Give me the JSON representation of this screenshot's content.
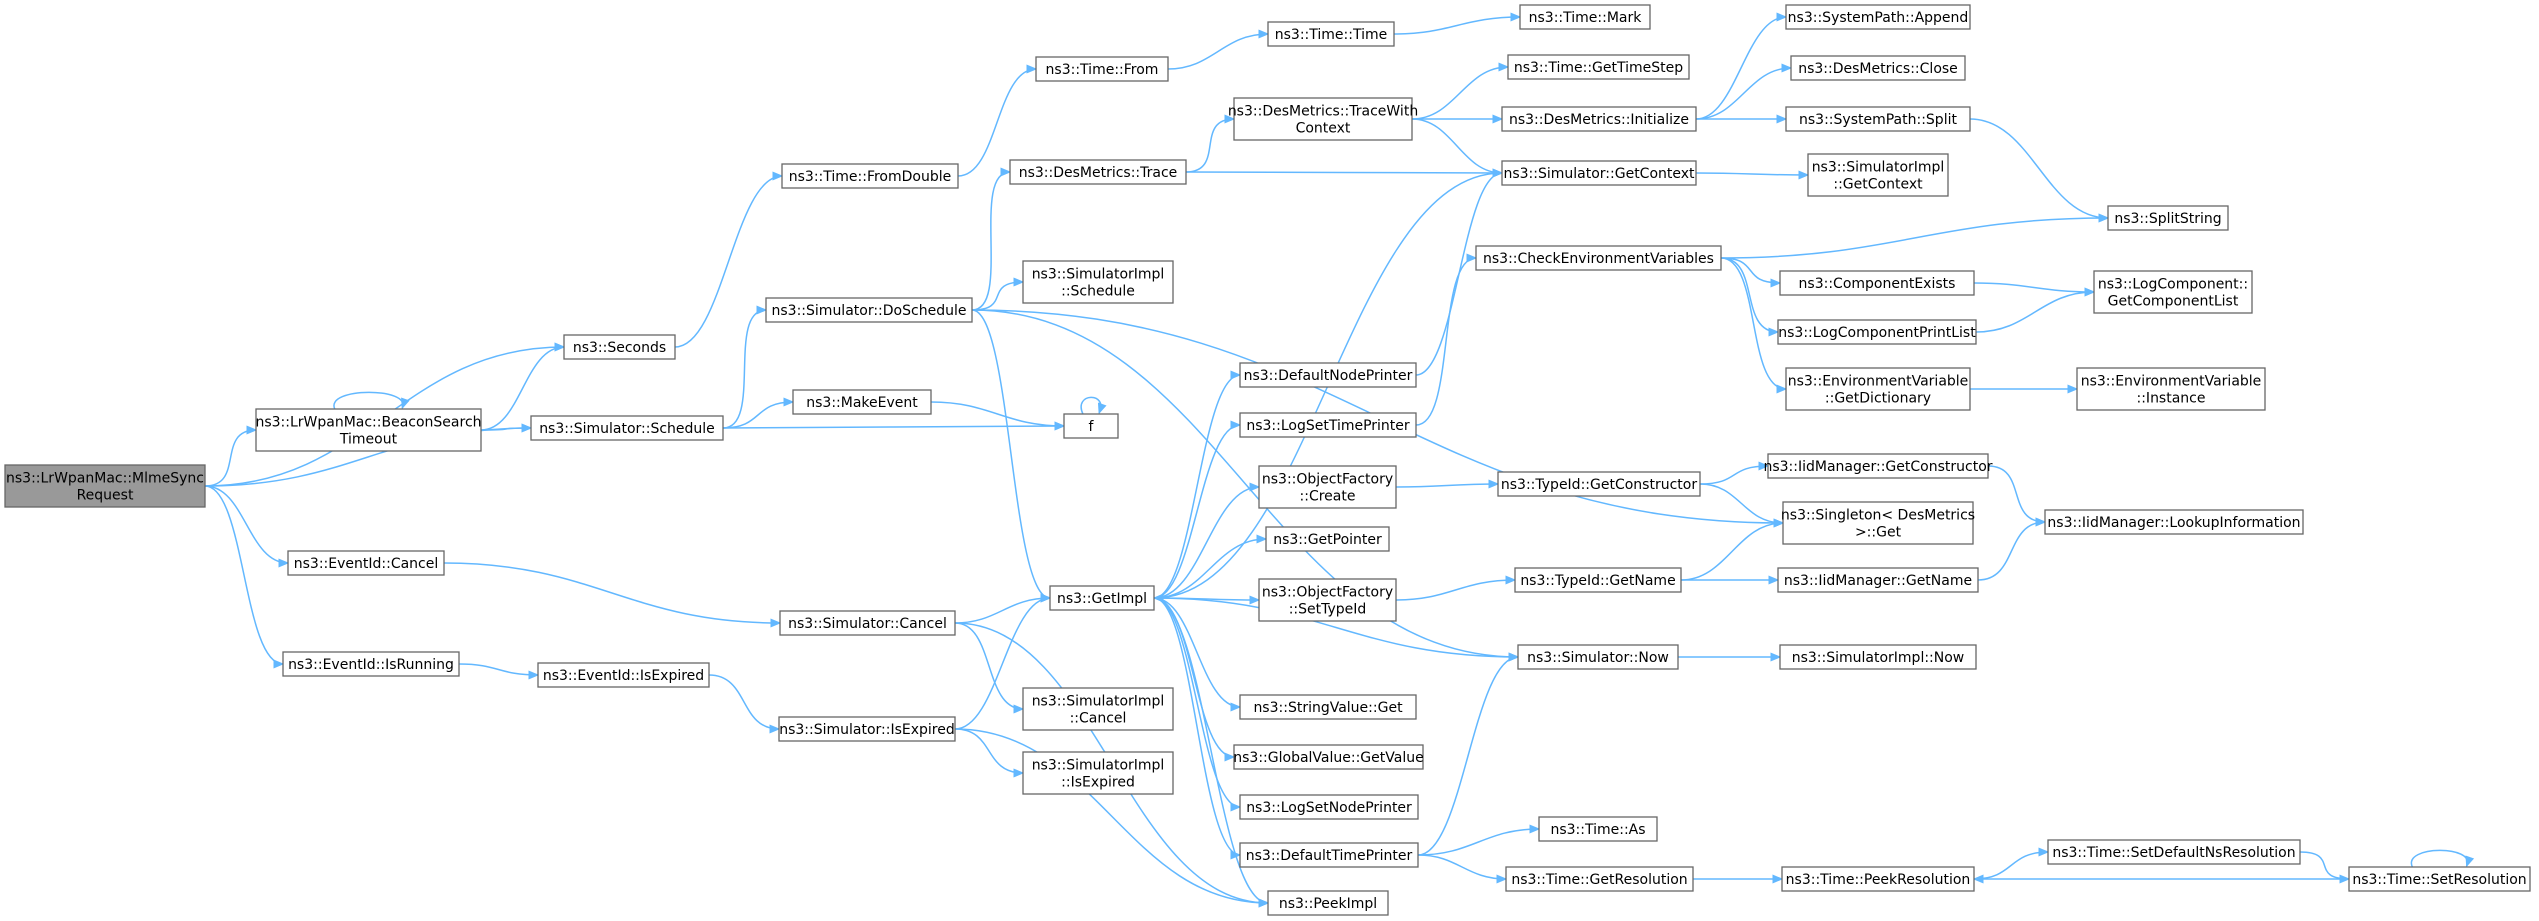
{
  "title": "",
  "nodes": [
    {
      "id": "root",
      "lines": [
        "ns3::LrWpanMac::MlmeSync",
        "Request"
      ],
      "root": true
    },
    {
      "id": "beacon",
      "lines": [
        "ns3::LrWpanMac::BeaconSearch",
        "Timeout"
      ]
    },
    {
      "id": "seconds",
      "lines": [
        "ns3::Seconds"
      ]
    },
    {
      "id": "schedule",
      "lines": [
        "ns3::Simulator::Schedule"
      ]
    },
    {
      "id": "eidcancel",
      "lines": [
        "ns3::EventId::Cancel"
      ]
    },
    {
      "id": "eidrunning",
      "lines": [
        "ns3::EventId::IsRunning"
      ]
    },
    {
      "id": "fromdouble",
      "lines": [
        "ns3::Time::FromDouble"
      ]
    },
    {
      "id": "doschedule",
      "lines": [
        "ns3::Simulator::DoSchedule"
      ]
    },
    {
      "id": "makeevent",
      "lines": [
        "ns3::MakeEvent"
      ]
    },
    {
      "id": "f",
      "lines": [
        "f"
      ]
    },
    {
      "id": "simcancel",
      "lines": [
        "ns3::Simulator::Cancel"
      ]
    },
    {
      "id": "eidexpired",
      "lines": [
        "ns3::EventId::IsExpired"
      ]
    },
    {
      "id": "simexpired",
      "lines": [
        "ns3::Simulator::IsExpired"
      ]
    },
    {
      "id": "timefrom",
      "lines": [
        "ns3::Time::From"
      ]
    },
    {
      "id": "timetime",
      "lines": [
        "ns3::Time::Time"
      ]
    },
    {
      "id": "timemark",
      "lines": [
        "ns3::Time::Mark"
      ]
    },
    {
      "id": "destrace",
      "lines": [
        "ns3::DesMetrics::Trace"
      ]
    },
    {
      "id": "implschedule",
      "lines": [
        "ns3::SimulatorImpl",
        "::Schedule"
      ]
    },
    {
      "id": "getimpl",
      "lines": [
        "ns3::GetImpl"
      ]
    },
    {
      "id": "implcancel",
      "lines": [
        "ns3::SimulatorImpl",
        "::Cancel"
      ]
    },
    {
      "id": "implexpired",
      "lines": [
        "ns3::SimulatorImpl",
        "::IsExpired"
      ]
    },
    {
      "id": "tracewith",
      "lines": [
        "ns3::DesMetrics::TraceWith",
        "Context"
      ]
    },
    {
      "id": "defnodeprinter",
      "lines": [
        "ns3::DefaultNodePrinter"
      ]
    },
    {
      "id": "logsettime",
      "lines": [
        "ns3::LogSetTimePrinter"
      ]
    },
    {
      "id": "ofcreate",
      "lines": [
        "ns3::ObjectFactory",
        "::Create"
      ]
    },
    {
      "id": "getpointer",
      "lines": [
        "ns3::GetPointer"
      ]
    },
    {
      "id": "ofsettypeid",
      "lines": [
        "ns3::ObjectFactory",
        "::SetTypeId"
      ]
    },
    {
      "id": "stringget",
      "lines": [
        "ns3::StringValue::Get"
      ]
    },
    {
      "id": "gvgetvalue",
      "lines": [
        "ns3::GlobalValue::GetValue"
      ]
    },
    {
      "id": "logsetnode",
      "lines": [
        "ns3::LogSetNodePrinter"
      ]
    },
    {
      "id": "deftimeprinter",
      "lines": [
        "ns3::DefaultTimePrinter"
      ]
    },
    {
      "id": "peekimpl",
      "lines": [
        "ns3::PeekImpl"
      ]
    },
    {
      "id": "gettimestep",
      "lines": [
        "ns3::Time::GetTimeStep"
      ]
    },
    {
      "id": "desinit",
      "lines": [
        "ns3::DesMetrics::Initialize"
      ]
    },
    {
      "id": "getcontext",
      "lines": [
        "ns3::Simulator::GetContext"
      ]
    },
    {
      "id": "checkenv",
      "lines": [
        "ns3::CheckEnvironmentVariables"
      ]
    },
    {
      "id": "tidgetctor",
      "lines": [
        "ns3::TypeId::GetConstructor"
      ]
    },
    {
      "id": "tidgetname",
      "lines": [
        "ns3::TypeId::GetName"
      ]
    },
    {
      "id": "simnow",
      "lines": [
        "ns3::Simulator::Now"
      ]
    },
    {
      "id": "timeas",
      "lines": [
        "ns3::Time::As"
      ]
    },
    {
      "id": "getres",
      "lines": [
        "ns3::Time::GetResolution"
      ]
    },
    {
      "id": "spappend",
      "lines": [
        "ns3::SystemPath::Append"
      ]
    },
    {
      "id": "desclose",
      "lines": [
        "ns3::DesMetrics::Close"
      ]
    },
    {
      "id": "spsplit",
      "lines": [
        "ns3::SystemPath::Split"
      ]
    },
    {
      "id": "implgetctx",
      "lines": [
        "ns3::SimulatorImpl",
        "::GetContext"
      ]
    },
    {
      "id": "compexists",
      "lines": [
        "ns3::ComponentExists"
      ]
    },
    {
      "id": "logcompprint",
      "lines": [
        "ns3::LogComponentPrintList"
      ]
    },
    {
      "id": "envdict",
      "lines": [
        "ns3::EnvironmentVariable",
        "::GetDictionary"
      ]
    },
    {
      "id": "iidgetctor",
      "lines": [
        "ns3::IidManager::GetConstructor"
      ]
    },
    {
      "id": "singleton",
      "lines": [
        "ns3::Singleton< DesMetrics",
        " >::Get"
      ]
    },
    {
      "id": "iidgetname",
      "lines": [
        "ns3::IidManager::GetName"
      ]
    },
    {
      "id": "implnow",
      "lines": [
        "ns3::SimulatorImpl::Now"
      ]
    },
    {
      "id": "peekres",
      "lines": [
        "ns3::Time::PeekResolution"
      ]
    },
    {
      "id": "splitstring",
      "lines": [
        "ns3::SplitString"
      ]
    },
    {
      "id": "logcomplist",
      "lines": [
        "ns3::LogComponent::",
        "GetComponentList"
      ]
    },
    {
      "id": "envinstance",
      "lines": [
        "ns3::EnvironmentVariable",
        "::Instance"
      ]
    },
    {
      "id": "iidlookup",
      "lines": [
        "ns3::IidManager::LookupInformation"
      ]
    },
    {
      "id": "setdefres",
      "lines": [
        "ns3::Time::SetDefaultNsResolution"
      ]
    },
    {
      "id": "setres",
      "lines": [
        "ns3::Time::SetResolution"
      ]
    }
  ],
  "edges": [
    [
      "root",
      "seconds"
    ],
    [
      "root",
      "beacon"
    ],
    [
      "root",
      "schedule"
    ],
    [
      "root",
      "eidcancel"
    ],
    [
      "root",
      "eidrunning"
    ],
    [
      "beacon",
      "beacon"
    ],
    [
      "beacon",
      "seconds"
    ],
    [
      "beacon",
      "schedule"
    ],
    [
      "seconds",
      "fromdouble"
    ],
    [
      "schedule",
      "doschedule"
    ],
    [
      "schedule",
      "makeevent"
    ],
    [
      "schedule",
      "f"
    ],
    [
      "eidcancel",
      "simcancel"
    ],
    [
      "eidrunning",
      "eidexpired"
    ],
    [
      "eidexpired",
      "simexpired"
    ],
    [
      "fromdouble",
      "timefrom"
    ],
    [
      "timefrom",
      "timetime"
    ],
    [
      "timetime",
      "timemark"
    ],
    [
      "doschedule",
      "destrace"
    ],
    [
      "doschedule",
      "implschedule"
    ],
    [
      "doschedule",
      "getimpl"
    ],
    [
      "doschedule",
      "singleton"
    ],
    [
      "doschedule",
      "simnow"
    ],
    [
      "makeevent",
      "f"
    ],
    [
      "f",
      "f"
    ],
    [
      "simcancel",
      "getimpl"
    ],
    [
      "simcancel",
      "implcancel"
    ],
    [
      "simcancel",
      "peekimpl"
    ],
    [
      "simexpired",
      "getimpl"
    ],
    [
      "simexpired",
      "implexpired"
    ],
    [
      "simexpired",
      "peekimpl"
    ],
    [
      "destrace",
      "tracewith"
    ],
    [
      "destrace",
      "getcontext"
    ],
    [
      "tracewith",
      "gettimestep"
    ],
    [
      "tracewith",
      "desinit"
    ],
    [
      "tracewith",
      "getcontext"
    ],
    [
      "desinit",
      "spappend"
    ],
    [
      "desinit",
      "desclose"
    ],
    [
      "desinit",
      "spsplit"
    ],
    [
      "spsplit",
      "splitstring"
    ],
    [
      "getcontext",
      "getimpl"
    ],
    [
      "getcontext",
      "implgetctx"
    ],
    [
      "getimpl",
      "defnodeprinter"
    ],
    [
      "getimpl",
      "logsettime"
    ],
    [
      "getimpl",
      "ofcreate"
    ],
    [
      "getimpl",
      "getpointer"
    ],
    [
      "getimpl",
      "ofsettypeid"
    ],
    [
      "getimpl",
      "stringget"
    ],
    [
      "getimpl",
      "gvgetvalue"
    ],
    [
      "getimpl",
      "logsetnode"
    ],
    [
      "getimpl",
      "deftimeprinter"
    ],
    [
      "getimpl",
      "peekimpl"
    ],
    [
      "getimpl",
      "simnow"
    ],
    [
      "defnodeprinter",
      "getcontext"
    ],
    [
      "logsettime",
      "checkenv"
    ],
    [
      "checkenv",
      "splitstring"
    ],
    [
      "checkenv",
      "compexists"
    ],
    [
      "checkenv",
      "logcompprint"
    ],
    [
      "checkenv",
      "envdict"
    ],
    [
      "compexists",
      "logcomplist"
    ],
    [
      "logcompprint",
      "logcomplist"
    ],
    [
      "envdict",
      "envinstance"
    ],
    [
      "ofcreate",
      "tidgetctor"
    ],
    [
      "tidgetctor",
      "iidgetctor"
    ],
    [
      "tidgetctor",
      "singleton"
    ],
    [
      "iidgetctor",
      "iidlookup"
    ],
    [
      "ofsettypeid",
      "tidgetname"
    ],
    [
      "tidgetname",
      "singleton"
    ],
    [
      "tidgetname",
      "iidgetname"
    ],
    [
      "iidgetname",
      "iidlookup"
    ],
    [
      "simnow",
      "implnow"
    ],
    [
      "deftimeprinter",
      "simnow"
    ],
    [
      "deftimeprinter",
      "timeas"
    ],
    [
      "deftimeprinter",
      "getres"
    ],
    [
      "getres",
      "peekres"
    ],
    [
      "peekres",
      "setdefres"
    ],
    [
      "setdefres",
      "setres"
    ],
    [
      "setres",
      "peekres"
    ],
    [
      "setres",
      "setres"
    ]
  ]
}
